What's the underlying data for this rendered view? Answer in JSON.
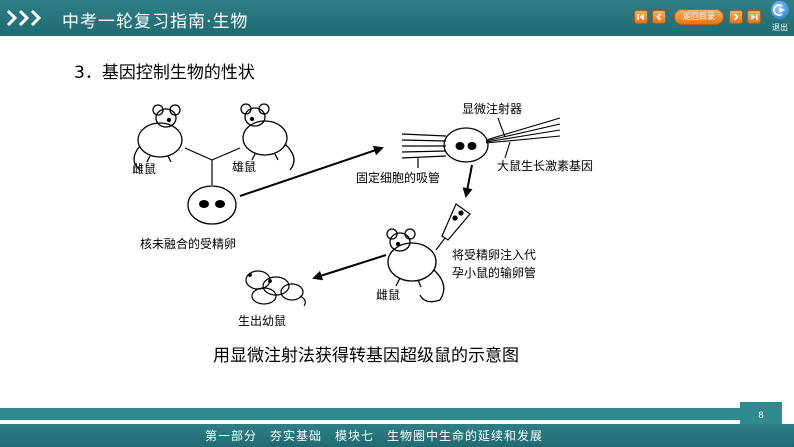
{
  "header": {
    "title": "中考一轮复习指南·生物",
    "return_label": "返回目录",
    "exit_label": "退出"
  },
  "section": {
    "title": "3．基因控制生物的性状"
  },
  "diagram": {
    "labels": {
      "female_mouse": "雌鼠",
      "male_mouse": "雄鼠",
      "unfused_egg": "核未融合的受精卵",
      "micro_injector": "显微注射器",
      "holding_pipette": "固定细胞的吸管",
      "growth_gene": "大鼠生长激素基因",
      "inject_line1": "将受精卵注入代",
      "inject_line2": "孕小鼠的输卵管",
      "surrogate_mouse": "雌鼠",
      "pups": "生出幼鼠"
    },
    "caption": "用显微注射法获得转基因超级鼠的示意图"
  },
  "footer": {
    "text": "第一部分　夯实基础　模块七　生物圈中生命的延续和发展",
    "page": "8"
  },
  "colors": {
    "header_bg": "#2f7f86",
    "nav_orange": "#e0731a",
    "footer_bg": "#1f6b73"
  }
}
